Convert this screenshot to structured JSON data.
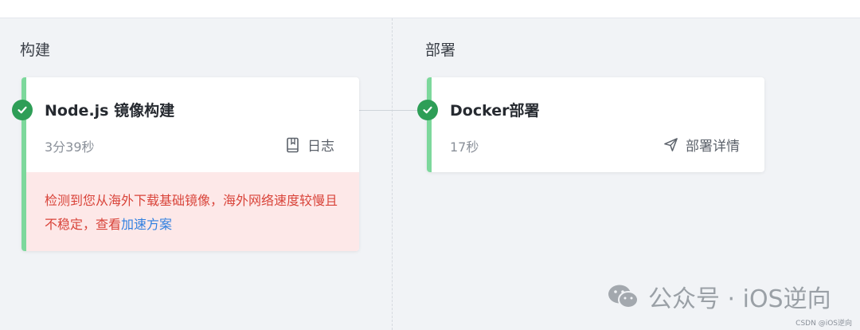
{
  "stages": {
    "build": {
      "title": "构建",
      "job": {
        "name": "Node.js 镜像构建",
        "duration": "3分39秒",
        "action_label": "日志",
        "status": "success",
        "warning_text": "检测到您从海外下载基础镜像，海外网络速度较慢且不稳定，查看",
        "warning_link": "加速方案"
      }
    },
    "deploy": {
      "title": "部署",
      "job": {
        "name": "Docker部署",
        "duration": "17秒",
        "action_label": "部署详情",
        "status": "success"
      }
    }
  },
  "watermark": {
    "text": "公众号 · iOS逆向",
    "icon": "wechat-icon"
  },
  "credit": "CSDN @iOS逆向",
  "colors": {
    "success": "#2e9e57",
    "accent_bar": "#7dd89c",
    "warning_bg": "#fde8e8",
    "warning_text": "#d9443a",
    "link": "#2f7fe0"
  }
}
